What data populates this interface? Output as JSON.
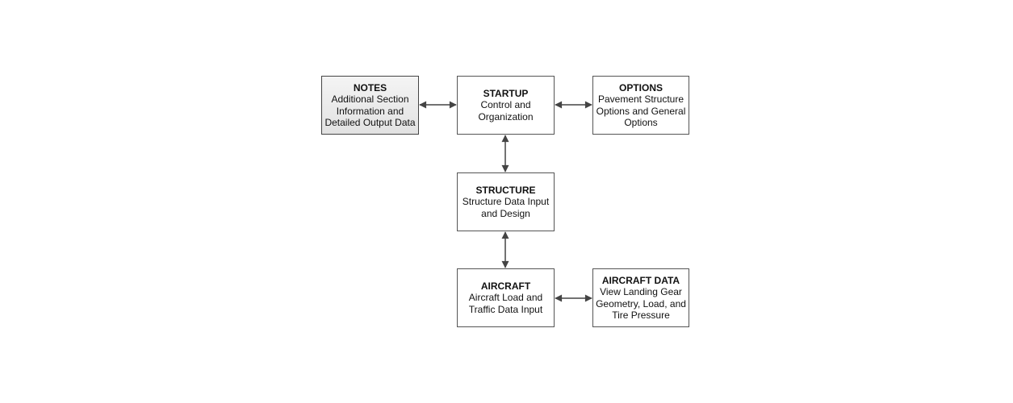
{
  "diagram": {
    "boxes": {
      "notes": {
        "title": "NOTES",
        "description": "Additional Section Information and Detailed Output Data"
      },
      "startup": {
        "title": "STARTUP",
        "description": "Control and Organization"
      },
      "options": {
        "title": "OPTIONS",
        "description": "Pavement Structure Options and General Options"
      },
      "structure": {
        "title": "STRUCTURE",
        "description": "Structure Data Input and Design"
      },
      "aircraft": {
        "title": "AIRCRAFT",
        "description": "Aircraft Load and Traffic Data Input"
      },
      "aircraft_data": {
        "title": "AIRCRAFT DATA",
        "description": "View Landing Gear Geometry, Load, and Tire Pressure"
      }
    },
    "connections": [
      {
        "from": "NOTES",
        "to": "STARTUP",
        "direction": "bidirectional"
      },
      {
        "from": "STARTUP",
        "to": "OPTIONS",
        "direction": "bidirectional"
      },
      {
        "from": "STARTUP",
        "to": "STRUCTURE",
        "direction": "bidirectional"
      },
      {
        "from": "STRUCTURE",
        "to": "AIRCRAFT",
        "direction": "bidirectional"
      },
      {
        "from": "AIRCRAFT",
        "to": "AIRCRAFT DATA",
        "direction": "bidirectional"
      }
    ],
    "colors": {
      "line": "#444444",
      "box_border": "#555555",
      "notes_fill": "#e8e8e8"
    }
  }
}
